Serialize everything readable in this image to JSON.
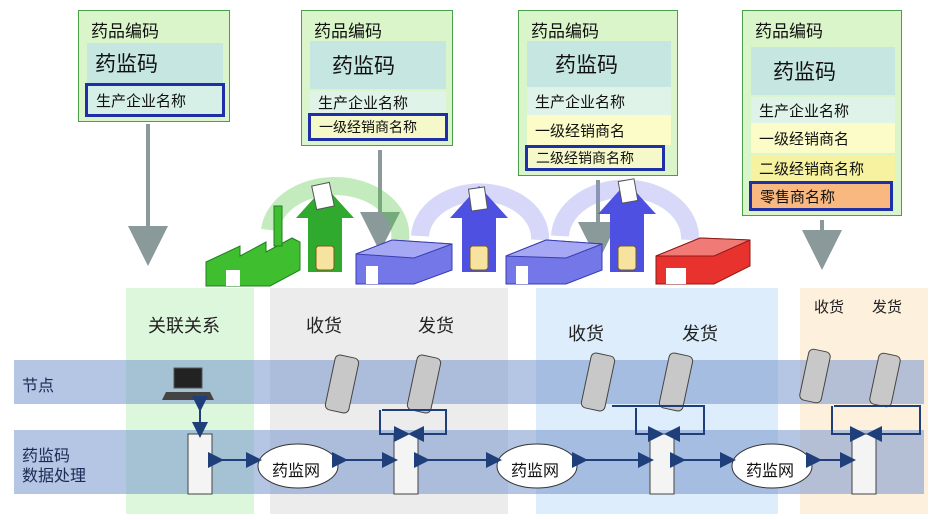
{
  "colors": {
    "card_bg": "#d9f5c9",
    "highlight": "#1f2fa8",
    "factory": "#3fbf2f",
    "distributor": "#6f72e6",
    "retailer": "#e8322d",
    "band": "#8ea8d4"
  },
  "cards": [
    {
      "title": "药品编码",
      "code": "药监码",
      "rows": [
        "生产企业名称"
      ],
      "highlight": 0
    },
    {
      "title": "药品编码",
      "code": "药监码",
      "rows": [
        "生产企业名称",
        "一级经销商名称"
      ],
      "highlight": 1
    },
    {
      "title": "药品编码",
      "code": "药监码",
      "rows": [
        "生产企业名称",
        "一级经销商名",
        "二级经销商名称"
      ],
      "highlight": 2
    },
    {
      "title": "药品编码",
      "code": "药监码",
      "rows": [
        "生产企业名称",
        "一级经销商名",
        "二级经销商名称",
        "零售商名称"
      ],
      "highlight": 3
    }
  ],
  "columns": [
    {
      "labels": [
        "关联关系"
      ]
    },
    {
      "labels": [
        "收货",
        "发货"
      ]
    },
    {
      "labels": [
        "收货",
        "发货"
      ]
    },
    {
      "labels": [
        "收货",
        "发货"
      ]
    }
  ],
  "bands": {
    "node": "节点",
    "processing_line1": "药监码",
    "processing_line2": "数据处理"
  },
  "network_label": "药监网",
  "icons": [
    "factory-icon",
    "warehouse-icon",
    "document-icon",
    "rx-bottle-icon",
    "laptop-icon",
    "handheld-scanner-icon",
    "server-icon",
    "cloud-icon"
  ]
}
